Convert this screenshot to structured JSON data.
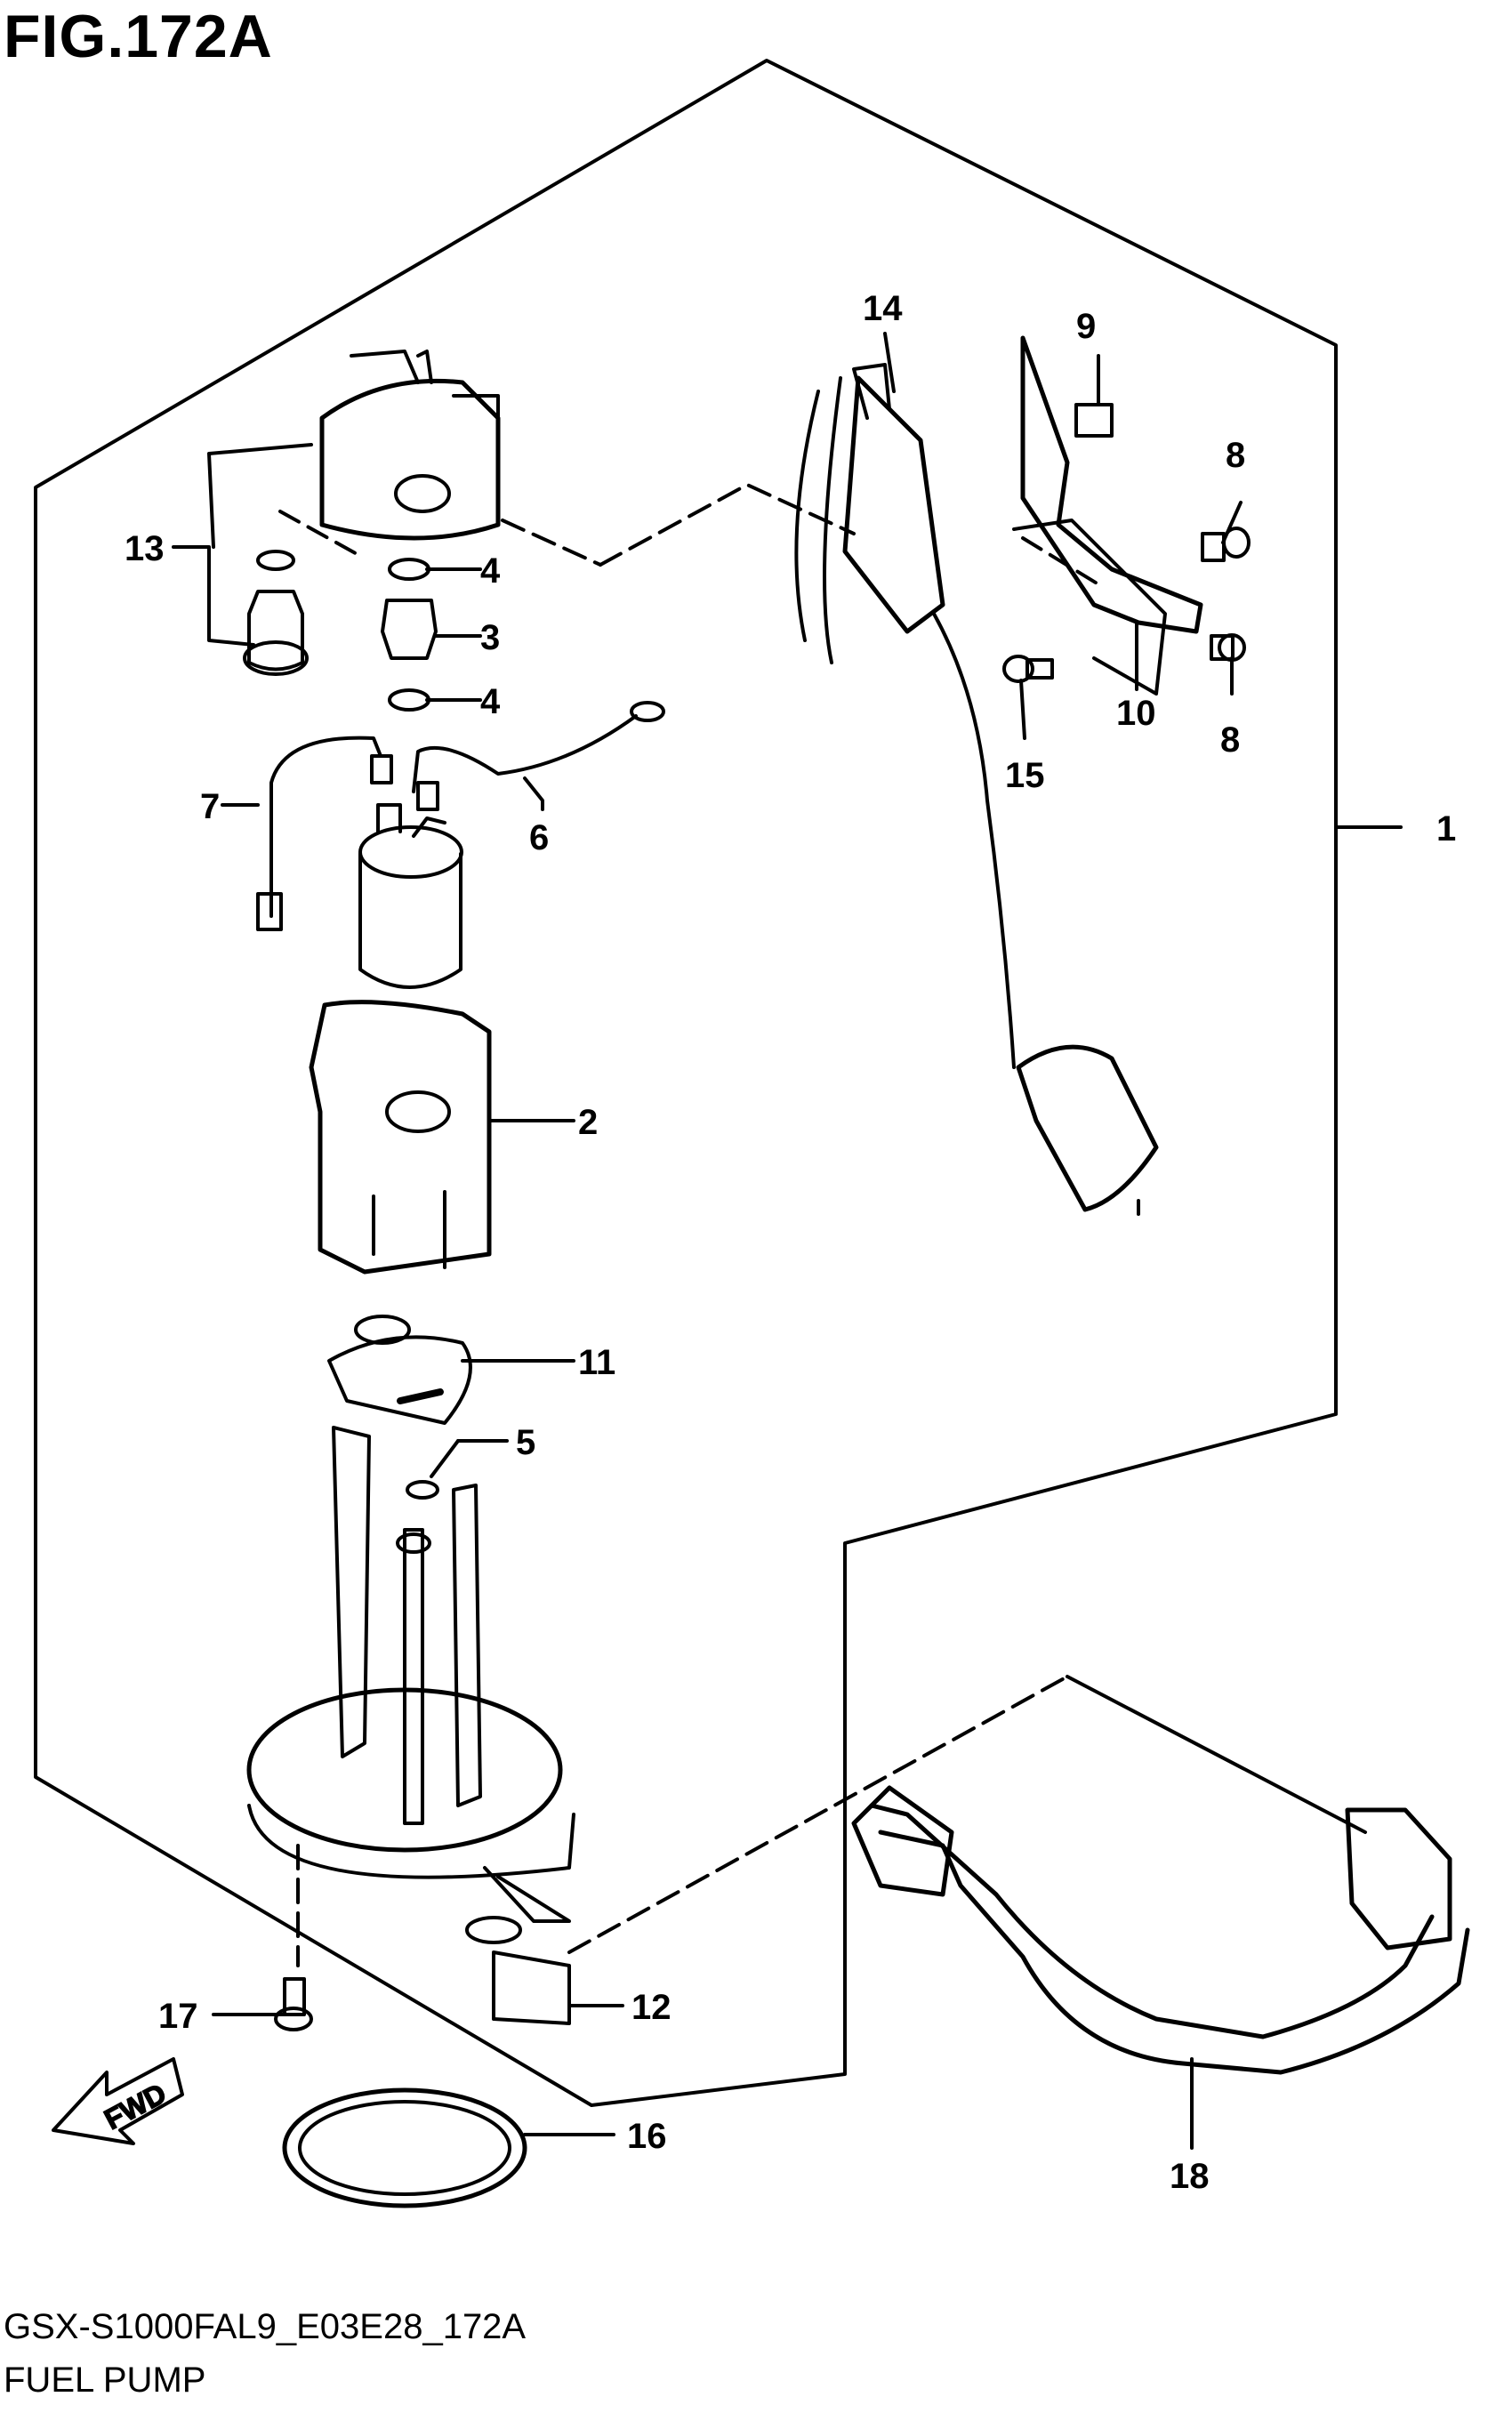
{
  "figure": {
    "title": "FIG.172A",
    "code": "GSX-S1000FAL9_E03E28_172A",
    "name": "FUEL PUMP",
    "fwd_label": "FWD"
  },
  "callouts": [
    "1",
    "2",
    "3",
    "4",
    "4",
    "5",
    "6",
    "7",
    "8",
    "8",
    "9",
    "10",
    "11",
    "12",
    "13",
    "14",
    "15",
    "16",
    "17",
    "18"
  ]
}
